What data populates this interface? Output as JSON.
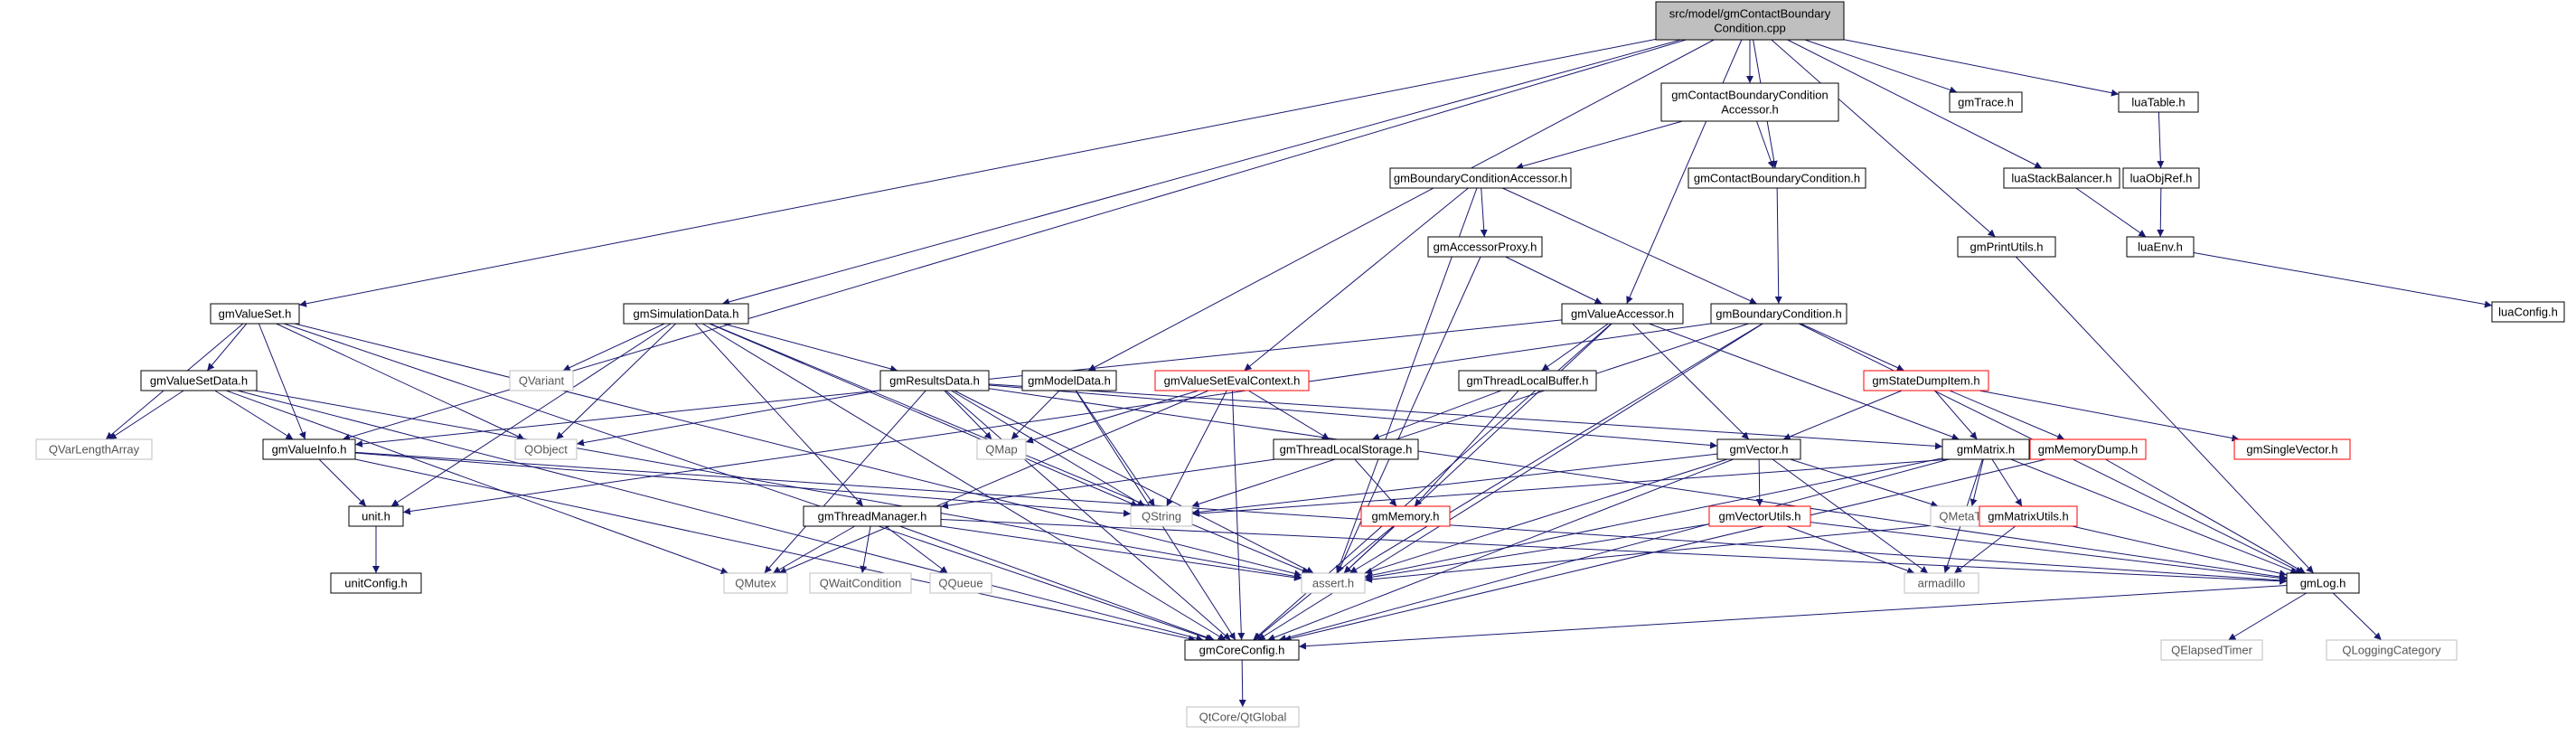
{
  "colors": {
    "edge": "#191970",
    "node_border": "#000000",
    "node_missing_border": "#bfbfbf",
    "node_partial_border": "#ff0000",
    "root_fill": "#bfbfbf",
    "node_fill": "#ffffff"
  },
  "nodes": [
    {
      "id": "root",
      "lines": [
        "src/model/gmContactBoundary",
        "Condition.cpp"
      ],
      "kind": "root"
    },
    {
      "id": "accessor_h",
      "lines": [
        "gmContactBoundaryCondition",
        "Accessor.h"
      ],
      "kind": "normal"
    },
    {
      "id": "gmtrace",
      "lines": [
        "gmTrace.h"
      ],
      "kind": "normal"
    },
    {
      "id": "luatable",
      "lines": [
        "luaTable.h"
      ],
      "kind": "normal"
    },
    {
      "id": "bcaccessor",
      "lines": [
        "gmBoundaryConditionAccessor.h"
      ],
      "kind": "normal"
    },
    {
      "id": "contactbc",
      "lines": [
        "gmContactBoundaryCondition.h"
      ],
      "kind": "normal"
    },
    {
      "id": "luastack",
      "lines": [
        "luaStackBalancer.h"
      ],
      "kind": "normal"
    },
    {
      "id": "luaobjref",
      "lines": [
        "luaObjRef.h"
      ],
      "kind": "normal"
    },
    {
      "id": "accproxy",
      "lines": [
        "gmAccessorProxy.h"
      ],
      "kind": "normal"
    },
    {
      "id": "printutils",
      "lines": [
        "gmPrintUtils.h"
      ],
      "kind": "normal"
    },
    {
      "id": "luaenv",
      "lines": [
        "luaEnv.h"
      ],
      "kind": "normal"
    },
    {
      "id": "luaconfig",
      "lines": [
        "luaConfig.h"
      ],
      "kind": "normal"
    },
    {
      "id": "valueset",
      "lines": [
        "gmValueSet.h"
      ],
      "kind": "normal"
    },
    {
      "id": "simdata",
      "lines": [
        "gmSimulationData.h"
      ],
      "kind": "normal"
    },
    {
      "id": "valueaccessor",
      "lines": [
        "gmValueAccessor.h"
      ],
      "kind": "normal"
    },
    {
      "id": "bc",
      "lines": [
        "gmBoundaryCondition.h"
      ],
      "kind": "normal"
    },
    {
      "id": "valuesetdata",
      "lines": [
        "gmValueSetData.h"
      ],
      "kind": "normal"
    },
    {
      "id": "qvariant",
      "lines": [
        "QVariant"
      ],
      "kind": "missing"
    },
    {
      "id": "resultsdata",
      "lines": [
        "gmResultsData.h"
      ],
      "kind": "normal"
    },
    {
      "id": "modeldata",
      "lines": [
        "gmModelData.h"
      ],
      "kind": "normal"
    },
    {
      "id": "vsevalctx",
      "lines": [
        "gmValueSetEvalContext.h"
      ],
      "kind": "partial"
    },
    {
      "id": "threadlocalbuf",
      "lines": [
        "gmThreadLocalBuffer.h"
      ],
      "kind": "normal"
    },
    {
      "id": "statedump",
      "lines": [
        "gmStateDumpItem.h"
      ],
      "kind": "partial"
    },
    {
      "id": "qvarlen",
      "lines": [
        "QVarLengthArray"
      ],
      "kind": "missing"
    },
    {
      "id": "valueinfo",
      "lines": [
        "gmValueInfo.h"
      ],
      "kind": "normal"
    },
    {
      "id": "qobject",
      "lines": [
        "QObject"
      ],
      "kind": "missing"
    },
    {
      "id": "qmap",
      "lines": [
        "QMap"
      ],
      "kind": "missing"
    },
    {
      "id": "threadlocalstorage",
      "lines": [
        "gmThreadLocalStorage.h"
      ],
      "kind": "normal"
    },
    {
      "id": "vector",
      "lines": [
        "gmVector.h"
      ],
      "kind": "normal"
    },
    {
      "id": "matrix",
      "lines": [
        "gmMatrix.h"
      ],
      "kind": "normal"
    },
    {
      "id": "memdump",
      "lines": [
        "gmMemoryDump.h"
      ],
      "kind": "partial"
    },
    {
      "id": "singlevector",
      "lines": [
        "gmSingleVector.h"
      ],
      "kind": "partial"
    },
    {
      "id": "unit",
      "lines": [
        "unit.h"
      ],
      "kind": "normal"
    },
    {
      "id": "threadmanager",
      "lines": [
        "gmThreadManager.h"
      ],
      "kind": "normal"
    },
    {
      "id": "qstring",
      "lines": [
        "QString"
      ],
      "kind": "missing"
    },
    {
      "id": "memory",
      "lines": [
        "gmMemory.h"
      ],
      "kind": "partial"
    },
    {
      "id": "vectorutils",
      "lines": [
        "gmVectorUtils.h"
      ],
      "kind": "partial"
    },
    {
      "id": "qmetatype",
      "lines": [
        "QMetaType"
      ],
      "kind": "missing"
    },
    {
      "id": "matrixutils",
      "lines": [
        "gmMatrixUtils.h"
      ],
      "kind": "partial"
    },
    {
      "id": "unitconfig",
      "lines": [
        "unitConfig.h"
      ],
      "kind": "normal"
    },
    {
      "id": "qmutex",
      "lines": [
        "QMutex"
      ],
      "kind": "missing"
    },
    {
      "id": "qwaitcond",
      "lines": [
        "QWaitCondition"
      ],
      "kind": "missing"
    },
    {
      "id": "qqueue",
      "lines": [
        "QQueue"
      ],
      "kind": "missing"
    },
    {
      "id": "asserth",
      "lines": [
        "assert.h"
      ],
      "kind": "missing"
    },
    {
      "id": "armadillo",
      "lines": [
        "armadillo"
      ],
      "kind": "missing"
    },
    {
      "id": "gmlog",
      "lines": [
        "gmLog.h"
      ],
      "kind": "normal"
    },
    {
      "id": "coreconfig",
      "lines": [
        "gmCoreConfig.h"
      ],
      "kind": "normal"
    },
    {
      "id": "qelapsed",
      "lines": [
        "QElapsedTimer"
      ],
      "kind": "missing"
    },
    {
      "id": "qlogcat",
      "lines": [
        "QLoggingCategory"
      ],
      "kind": "missing"
    },
    {
      "id": "qtglobal",
      "lines": [
        "QtCore/QtGlobal"
      ],
      "kind": "missing"
    }
  ],
  "edges": [
    [
      "root",
      "accessor_h"
    ],
    [
      "root",
      "gmtrace"
    ],
    [
      "root",
      "luatable"
    ],
    [
      "root",
      "luastack"
    ],
    [
      "root",
      "printutils"
    ],
    [
      "root",
      "contactbc"
    ],
    [
      "root",
      "valueaccessor"
    ],
    [
      "root",
      "modeldata"
    ],
    [
      "root",
      "simdata"
    ],
    [
      "root",
      "valueset"
    ],
    [
      "root",
      "valueinfo"
    ],
    [
      "accessor_h",
      "bcaccessor"
    ],
    [
      "accessor_h",
      "contactbc"
    ],
    [
      "luatable",
      "luaobjref"
    ],
    [
      "luaobjref",
      "luaenv"
    ],
    [
      "luastack",
      "luaenv"
    ],
    [
      "luaenv",
      "luaconfig"
    ],
    [
      "bcaccessor",
      "accproxy"
    ],
    [
      "bcaccessor",
      "bc"
    ],
    [
      "bcaccessor",
      "vsevalctx"
    ],
    [
      "bcaccessor",
      "asserth"
    ],
    [
      "contactbc",
      "bc"
    ],
    [
      "accproxy",
      "valueaccessor"
    ],
    [
      "accproxy",
      "asserth"
    ],
    [
      "printutils",
      "gmlog"
    ],
    [
      "valueaccessor",
      "threadlocalbuf"
    ],
    [
      "valueaccessor",
      "vector"
    ],
    [
      "valueaccessor",
      "matrix"
    ],
    [
      "valueaccessor",
      "valueinfo"
    ],
    [
      "valueaccessor",
      "asserth"
    ],
    [
      "valueaccessor",
      "coreconfig"
    ],
    [
      "bc",
      "statedump"
    ],
    [
      "bc",
      "gmlog"
    ],
    [
      "bc",
      "coreconfig"
    ],
    [
      "bc",
      "qstring"
    ],
    [
      "bc",
      "asserth"
    ],
    [
      "bc",
      "unit"
    ],
    [
      "valueset",
      "valuesetdata"
    ],
    [
      "valueset",
      "qvarlen"
    ],
    [
      "valueset",
      "valueinfo"
    ],
    [
      "valueset",
      "qobject"
    ],
    [
      "valueset",
      "coreconfig"
    ],
    [
      "valueset",
      "asserth"
    ],
    [
      "simdata",
      "qvariant"
    ],
    [
      "simdata",
      "resultsdata"
    ],
    [
      "simdata",
      "qobject"
    ],
    [
      "simdata",
      "unit"
    ],
    [
      "simdata",
      "threadmanager"
    ],
    [
      "simdata",
      "qstring"
    ],
    [
      "simdata",
      "coreconfig"
    ],
    [
      "simdata",
      "asserth"
    ],
    [
      "valuesetdata",
      "qvarlen"
    ],
    [
      "valuesetdata",
      "valueinfo"
    ],
    [
      "valuesetdata",
      "coreconfig"
    ],
    [
      "valuesetdata",
      "qmutex"
    ],
    [
      "valuesetdata",
      "asserth"
    ],
    [
      "resultsdata",
      "qobject"
    ],
    [
      "resultsdata",
      "qmap"
    ],
    [
      "resultsdata",
      "qstring"
    ],
    [
      "resultsdata",
      "qmutex"
    ],
    [
      "resultsdata",
      "vector"
    ],
    [
      "resultsdata",
      "matrix"
    ],
    [
      "resultsdata",
      "coreconfig"
    ],
    [
      "resultsdata",
      "gmlog"
    ],
    [
      "resultsdata",
      "asserth"
    ],
    [
      "modeldata",
      "qmap"
    ],
    [
      "modeldata",
      "qstring"
    ],
    [
      "modeldata",
      "coreconfig"
    ],
    [
      "vsevalctx",
      "qmap"
    ],
    [
      "vsevalctx",
      "qstring"
    ],
    [
      "vsevalctx",
      "threadlocalstorage"
    ],
    [
      "vsevalctx",
      "coreconfig"
    ],
    [
      "vsevalctx",
      "qmutex"
    ],
    [
      "threadlocalbuf",
      "threadlocalstorage"
    ],
    [
      "threadlocalbuf",
      "memory"
    ],
    [
      "statedump",
      "vector"
    ],
    [
      "statedump",
      "matrix"
    ],
    [
      "statedump",
      "memdump"
    ],
    [
      "statedump",
      "singlevector"
    ],
    [
      "valueinfo",
      "unit"
    ],
    [
      "valueinfo",
      "coreconfig"
    ],
    [
      "valueinfo",
      "qstring"
    ],
    [
      "valueinfo",
      "gmlog"
    ],
    [
      "threadlocalstorage",
      "threadmanager"
    ],
    [
      "threadlocalstorage",
      "memory"
    ],
    [
      "vector",
      "qstring"
    ],
    [
      "vector",
      "vectorutils"
    ],
    [
      "vector",
      "qmetatype"
    ],
    [
      "vector",
      "armadillo"
    ],
    [
      "vector",
      "asserth"
    ],
    [
      "vector",
      "coreconfig"
    ],
    [
      "matrix",
      "qmetatype"
    ],
    [
      "matrix",
      "matrixutils"
    ],
    [
      "matrix",
      "armadillo"
    ],
    [
      "matrix",
      "asserth"
    ],
    [
      "matrix",
      "coreconfig"
    ],
    [
      "matrix",
      "gmlog"
    ],
    [
      "memdump",
      "qstring"
    ],
    [
      "memdump",
      "gmlog"
    ],
    [
      "memdump",
      "coreconfig"
    ],
    [
      "unit",
      "unitconfig"
    ],
    [
      "threadmanager",
      "qmutex"
    ],
    [
      "threadmanager",
      "qwaitcond"
    ],
    [
      "threadmanager",
      "qqueue"
    ],
    [
      "threadmanager",
      "asserth"
    ],
    [
      "threadmanager",
      "coreconfig"
    ],
    [
      "threadmanager",
      "gmlog"
    ],
    [
      "memory",
      "asserth"
    ],
    [
      "memory",
      "coreconfig"
    ],
    [
      "vectorutils",
      "asserth"
    ],
    [
      "vectorutils",
      "armadillo"
    ],
    [
      "vectorutils",
      "gmlog"
    ],
    [
      "matrixutils",
      "asserth"
    ],
    [
      "matrixutils",
      "armadillo"
    ],
    [
      "matrixutils",
      "gmlog"
    ],
    [
      "gmlog",
      "coreconfig"
    ],
    [
      "gmlog",
      "qelapsed"
    ],
    [
      "gmlog",
      "qlogcat"
    ],
    [
      "coreconfig",
      "qtglobal"
    ]
  ]
}
